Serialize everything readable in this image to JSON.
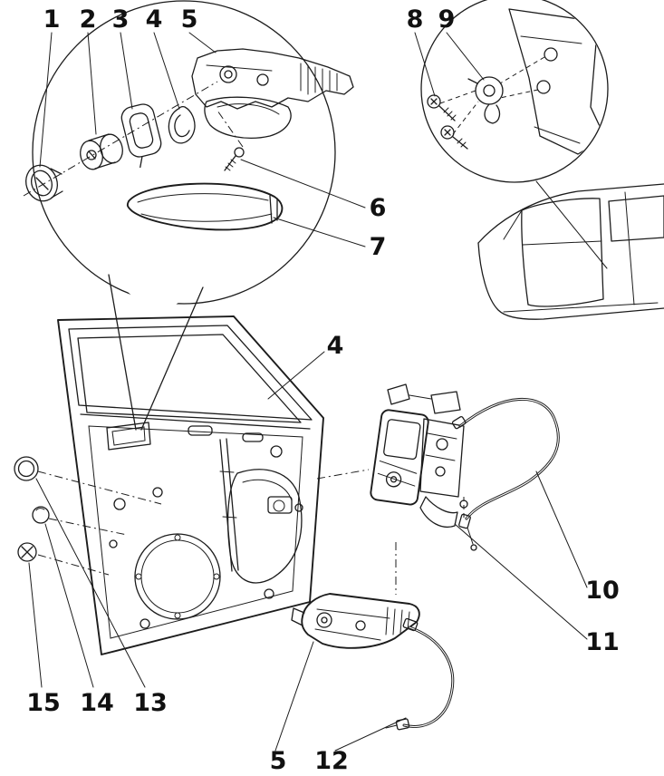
{
  "figure": {
    "type": "exploded-parts-diagram",
    "subject": "door handle and lock assembly",
    "colors": {
      "background": "#ffffff",
      "line": "#1c1c1c",
      "label": "#111111"
    }
  },
  "callouts": {
    "n1": "1",
    "n2": "2",
    "n3": "3",
    "n4_top": "4",
    "n5_top": "5",
    "n6": "6",
    "n7": "7",
    "n8": "8",
    "n9": "9",
    "n4_door": "4",
    "n10": "10",
    "n11": "11",
    "n13": "13",
    "n14": "14",
    "n15": "15",
    "n5_bottom": "5",
    "n12": "12"
  }
}
